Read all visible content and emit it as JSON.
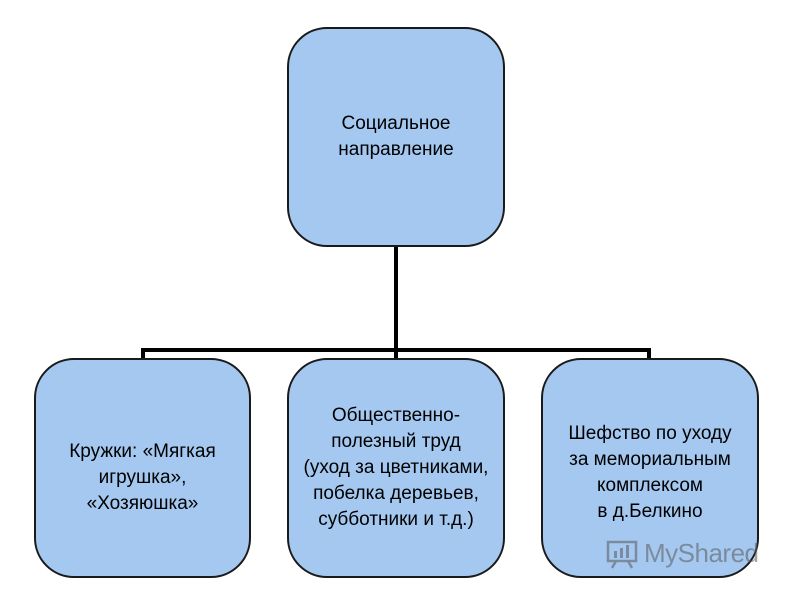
{
  "diagram": {
    "root": {
      "label": "Социальное\nнаправление"
    },
    "children": [
      {
        "label": "Кружки: «Мягкая\nигрушка»,\n«Хозяюшка»"
      },
      {
        "label": "Общественно-\nполезный труд\n(уход за цветниками,\nпобелка деревьев,\nсубботники и т.д.)"
      },
      {
        "label": "Шефство по уходу\nза мемориальным\nкомплексом\nв д.Белкино"
      }
    ]
  },
  "watermark": {
    "text": "MyShared"
  },
  "colors": {
    "box_fill": "#a4c8f0",
    "box_border": "#1a1a1a",
    "connector": "#000000",
    "watermark": "#5a5a5a"
  }
}
